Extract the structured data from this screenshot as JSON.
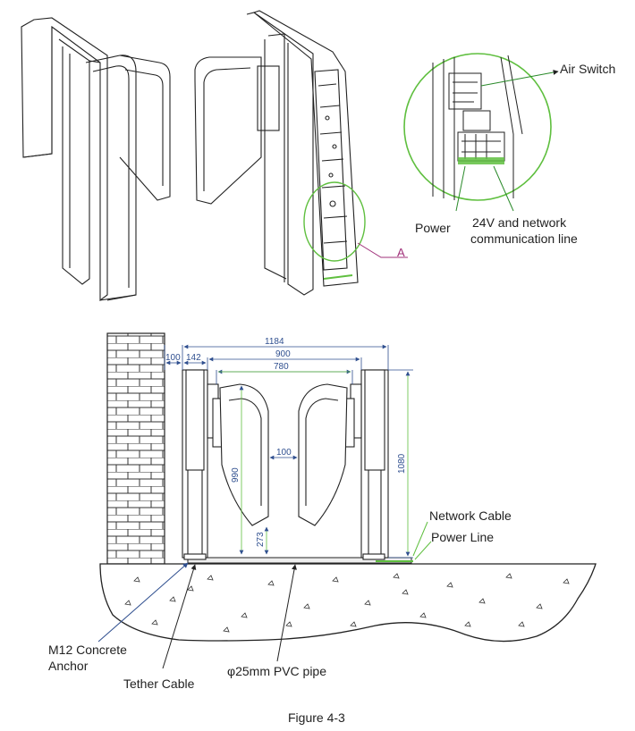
{
  "top_view": {
    "callout_letter": "A",
    "labels": {
      "air_switch": "Air Switch",
      "power": "Power",
      "network_line_1": "24V and network",
      "network_line_2": "communication line"
    }
  },
  "install_view": {
    "dimensions": {
      "total_width": "1184",
      "inner_width": "900",
      "opening_width": "780",
      "wall_gap": "100",
      "post_width": "142",
      "leaf_gap": "100",
      "height_total": "1080",
      "leaf_height": "990",
      "leaf_clearance": "273"
    },
    "labels": {
      "network_cable": "Network Cable",
      "power_line": "Power Line",
      "anchor_1": "M12 Concrete",
      "anchor_2": "Anchor",
      "tether_cable": "Tether Cable",
      "pvc_pipe": "φ25mm PVC pipe"
    }
  },
  "caption": "Figure 4-3",
  "colors": {
    "line": "#222222",
    "dimension": "#2f4f8f",
    "highlight": "#5fbf3f",
    "callout": "#a0307a"
  }
}
